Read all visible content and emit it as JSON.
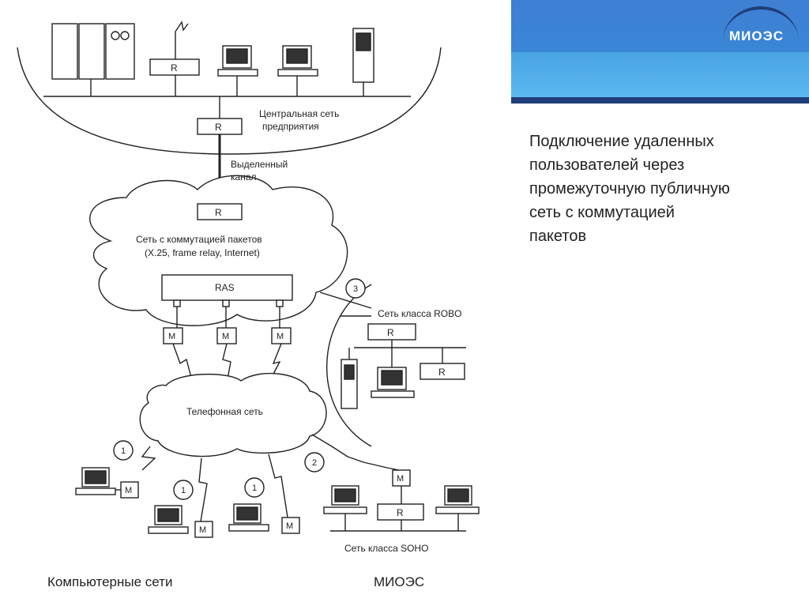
{
  "header": {
    "logo_text": "МИОЭС"
  },
  "slide": {
    "description": "Подключение удаленных\nпользователей через\nпромежуточную публичную\nсеть с коммутацией\nпакетов"
  },
  "footer": {
    "left": "Компьютерные сети",
    "center": "МИОЭС"
  },
  "diagram": {
    "router_label": "R",
    "modem_label": "M",
    "ras_label": "RAS",
    "central_network_line1": "Центральная сеть",
    "central_network_line2": "предприятия",
    "leased_line_line1": "Выделенный",
    "leased_line_line2": "канал",
    "packet_network_line1": "Сеть с коммутацией пакетов",
    "packet_network_line2": "(X.25, frame relay, Internet)",
    "phone_network": "Телефонная сеть",
    "robo_network": "Сеть класса ROBO",
    "soho_network": "Сеть класса SOHO",
    "marker_1": "1",
    "marker_2": "2",
    "marker_3": "3"
  }
}
